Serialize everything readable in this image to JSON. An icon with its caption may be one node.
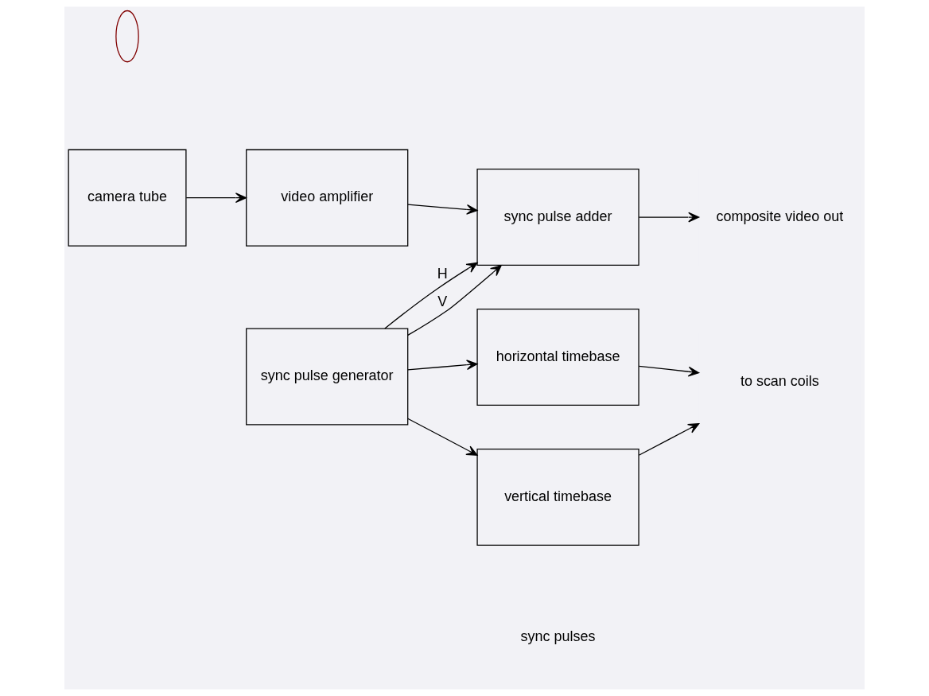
{
  "diagram": {
    "nodes": [
      {
        "text": [],
        "shape": "ellipse"
      },
      {
        "text": [
          "camera tube"
        ]
      },
      {
        "text": [
          "video amplifier"
        ]
      },
      {
        "text": [
          "sync pulse adder"
        ]
      },
      {
        "text": [
          "horizontal timebase"
        ]
      },
      {
        "text": [
          "sync pulse generator"
        ]
      },
      {
        "text": [
          "vertical timebase"
        ]
      },
      {
        "text": [
          "composite video out"
        ]
      },
      {
        "text": [
          "to scan coils"
        ]
      }
    ],
    "edges": [
      {
        "from": 1,
        "to": 2,
        "arrow": "to"
      },
      {
        "from": 2,
        "to": 3,
        "arrow": "to"
      },
      {
        "from": 3,
        "to": 7,
        "arrow": "to"
      },
      {
        "from": 5,
        "to": 3,
        "arrow": "to",
        "label": "H"
      },
      {
        "from": 5,
        "to": 3,
        "arrow": "to",
        "label": "V"
      },
      {
        "from": 5,
        "to": 4,
        "arrow": "to"
      },
      {
        "from": 5,
        "to": 6,
        "arrow": "to"
      },
      {
        "from": 4,
        "to": 8,
        "arrow": "to"
      },
      {
        "from": 6,
        "to": 8,
        "arrow": "to"
      }
    ],
    "labels": [
      "sync pulses"
    ]
  }
}
